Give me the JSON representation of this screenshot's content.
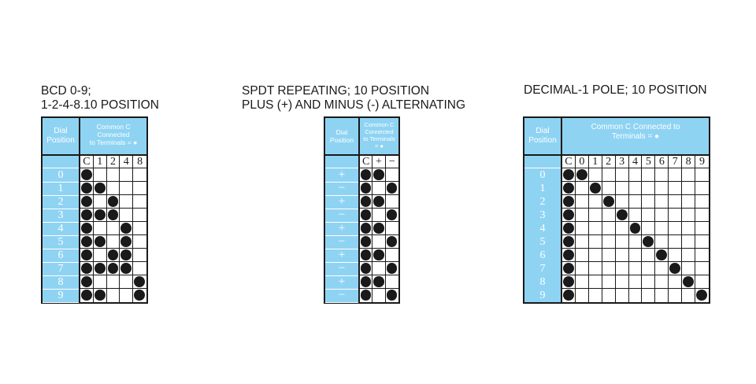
{
  "panels": [
    {
      "id": "bcd",
      "title_lines": [
        "BCD 0-9;",
        "1-2-4-8.10 POSITION"
      ],
      "header": {
        "dial": [
          "Dial",
          "Position"
        ],
        "common": [
          "Common C Connected",
          "to Terminals = ●"
        ]
      },
      "columns": [
        "C",
        "1",
        "2",
        "4",
        "8"
      ],
      "rows": [
        {
          "label": "0",
          "on": [
            "C"
          ]
        },
        {
          "label": "1",
          "on": [
            "C",
            "1"
          ]
        },
        {
          "label": "2",
          "on": [
            "C",
            "2"
          ]
        },
        {
          "label": "3",
          "on": [
            "C",
            "1",
            "2"
          ]
        },
        {
          "label": "4",
          "on": [
            "C",
            "4"
          ]
        },
        {
          "label": "5",
          "on": [
            "C",
            "1",
            "4"
          ]
        },
        {
          "label": "6",
          "on": [
            "C",
            "2",
            "4"
          ]
        },
        {
          "label": "7",
          "on": [
            "C",
            "1",
            "2",
            "4"
          ]
        },
        {
          "label": "8",
          "on": [
            "C",
            "8"
          ]
        },
        {
          "label": "9",
          "on": [
            "C",
            "1",
            "8"
          ]
        }
      ]
    },
    {
      "id": "spdt",
      "title_lines": [
        "SPDT REPEATING; 10 POSITION",
        "PLUS (+) AND MINUS (-) ALTERNATING"
      ],
      "header": {
        "dial": [
          "Dial",
          "Position"
        ],
        "common": [
          "Common C",
          "Connected",
          "to Terminals",
          "= ●"
        ]
      },
      "columns": [
        "C",
        "+",
        "−"
      ],
      "rows": [
        {
          "label": "+",
          "on": [
            "C",
            "+"
          ]
        },
        {
          "label": "−",
          "on": [
            "C",
            "−"
          ]
        },
        {
          "label": "+",
          "on": [
            "C",
            "+"
          ]
        },
        {
          "label": "−",
          "on": [
            "C",
            "−"
          ]
        },
        {
          "label": "+",
          "on": [
            "C",
            "+"
          ]
        },
        {
          "label": "−",
          "on": [
            "C",
            "−"
          ]
        },
        {
          "label": "+",
          "on": [
            "C",
            "+"
          ]
        },
        {
          "label": "−",
          "on": [
            "C",
            "−"
          ]
        },
        {
          "label": "+",
          "on": [
            "C",
            "+"
          ]
        },
        {
          "label": "−",
          "on": [
            "C",
            "−"
          ]
        }
      ]
    },
    {
      "id": "decimal",
      "title_lines": [
        "DECIMAL-1 POLE; 10 POSITION"
      ],
      "header": {
        "dial": [
          "Dial",
          "Position"
        ],
        "common": [
          "Common C Connected to",
          "Terminals = ●"
        ]
      },
      "columns": [
        "C",
        "0",
        "1",
        "2",
        "3",
        "4",
        "5",
        "6",
        "7",
        "8",
        "9"
      ],
      "rows": [
        {
          "label": "0",
          "on": [
            "C",
            "0"
          ]
        },
        {
          "label": "1",
          "on": [
            "C",
            "1"
          ]
        },
        {
          "label": "2",
          "on": [
            "C",
            "2"
          ]
        },
        {
          "label": "3",
          "on": [
            "C",
            "3"
          ]
        },
        {
          "label": "4",
          "on": [
            "C",
            "4"
          ]
        },
        {
          "label": "5",
          "on": [
            "C",
            "5"
          ]
        },
        {
          "label": "6",
          "on": [
            "C",
            "6"
          ]
        },
        {
          "label": "7",
          "on": [
            "C",
            "7"
          ]
        },
        {
          "label": "8",
          "on": [
            "C",
            "8"
          ]
        },
        {
          "label": "9",
          "on": [
            "C",
            "9"
          ]
        }
      ]
    }
  ],
  "colors": {
    "header_blue": "#8fd3f3",
    "ink": "#1a1a1a",
    "header_text": "#ffffff"
  }
}
